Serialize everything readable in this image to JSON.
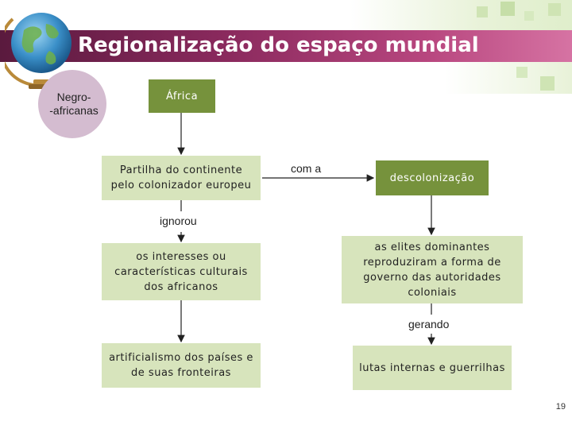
{
  "title": "Regionalização do espaço mundial",
  "circle_label": "Negro-\n-africanas",
  "boxes": {
    "africa": "África",
    "partilha": "Partilha do continente pelo colonizador europeu",
    "descolonizacao": "descolonização",
    "interesses": "os interesses ou características culturais dos africanos",
    "elites": "as elites dominantes reproduziram a forma de governo das autoridades coloniais",
    "artificialismo": "artificialismo dos países e de suas fronteiras",
    "lutas": "lutas internas e guerrilhas"
  },
  "labels": {
    "com_a": "com a",
    "ignorou": "ignorou",
    "gerando": "gerando"
  },
  "page_number": "19",
  "colors": {
    "title_bar": "#8b2a5e",
    "dark_box": "#76923c",
    "light_box": "#d7e4bc",
    "circle": "#d4bcd0"
  }
}
